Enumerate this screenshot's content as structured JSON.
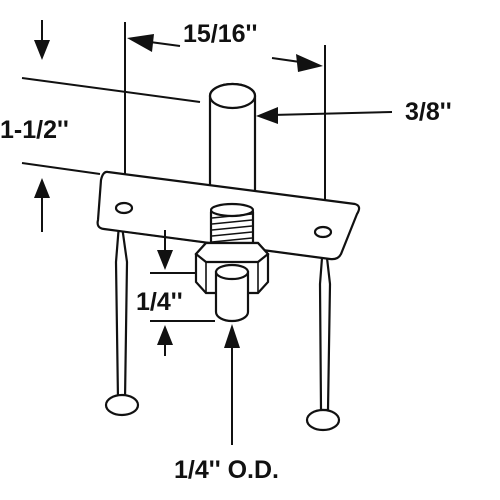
{
  "diagram": {
    "labels": {
      "width_dim": "15/16''",
      "height_dim": "1-1/2''",
      "pin_diameter": "3/8''",
      "thread_height": "1/4''",
      "tip_od": "1/4'' O.D."
    },
    "colors": {
      "ink": "#111111",
      "background": "#ffffff"
    }
  }
}
